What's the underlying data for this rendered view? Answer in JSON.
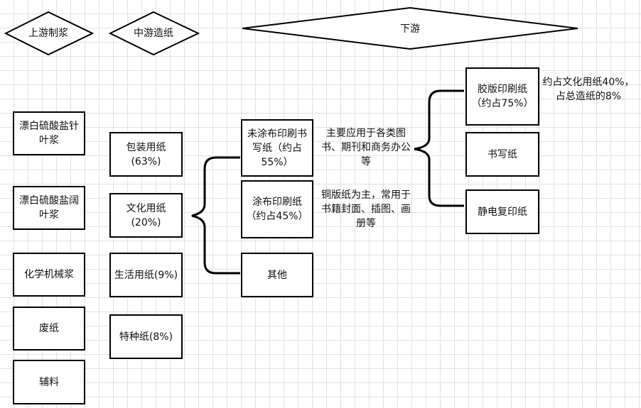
{
  "headers": {
    "upstream": "上游制浆",
    "midstream": "中游造纸",
    "downstream": "下游"
  },
  "upstream": {
    "items": [
      "漂白硫酸盐针叶浆",
      "漂白硫酸盐阔叶浆",
      "化学机械浆",
      "废纸",
      "辅料"
    ]
  },
  "midstream": {
    "items": [
      "包装用纸(63%)",
      "文化用纸(20%)",
      "生活用纸(9%)",
      "特种纸(8%)"
    ]
  },
  "culture_paper": {
    "children": [
      "未涂布印刷书写纸（约占55%）",
      "涂布印刷纸（约占45%）",
      "其他"
    ],
    "uncoated_note": "主要应用于各类图书、期刊和商务办公等",
    "coated_note": "铜版纸为主，常用于书籍封面、插图、画册等"
  },
  "uncoated": {
    "children": [
      "胶版印刷纸（约占75%）",
      "书写纸",
      "静电复印纸"
    ],
    "offset_note": "约占文化用纸40%，占总造纸的8%"
  }
}
